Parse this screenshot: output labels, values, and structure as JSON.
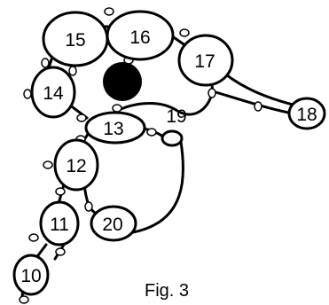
{
  "figure": {
    "caption": "Fig. 3"
  },
  "nodes": [
    {
      "id": "10",
      "label": "10"
    },
    {
      "id": "11",
      "label": "11"
    },
    {
      "id": "12",
      "label": "12"
    },
    {
      "id": "13",
      "label": "13"
    },
    {
      "id": "14",
      "label": "14"
    },
    {
      "id": "15",
      "label": "15"
    },
    {
      "id": "16",
      "label": "16"
    },
    {
      "id": "17",
      "label": "17"
    },
    {
      "id": "18",
      "label": "18"
    },
    {
      "id": "19",
      "label": "19"
    },
    {
      "id": "20",
      "label": "20"
    }
  ],
  "colors": {
    "stroke": "#000000",
    "fill": "#ffffff",
    "dot": "#000000"
  }
}
